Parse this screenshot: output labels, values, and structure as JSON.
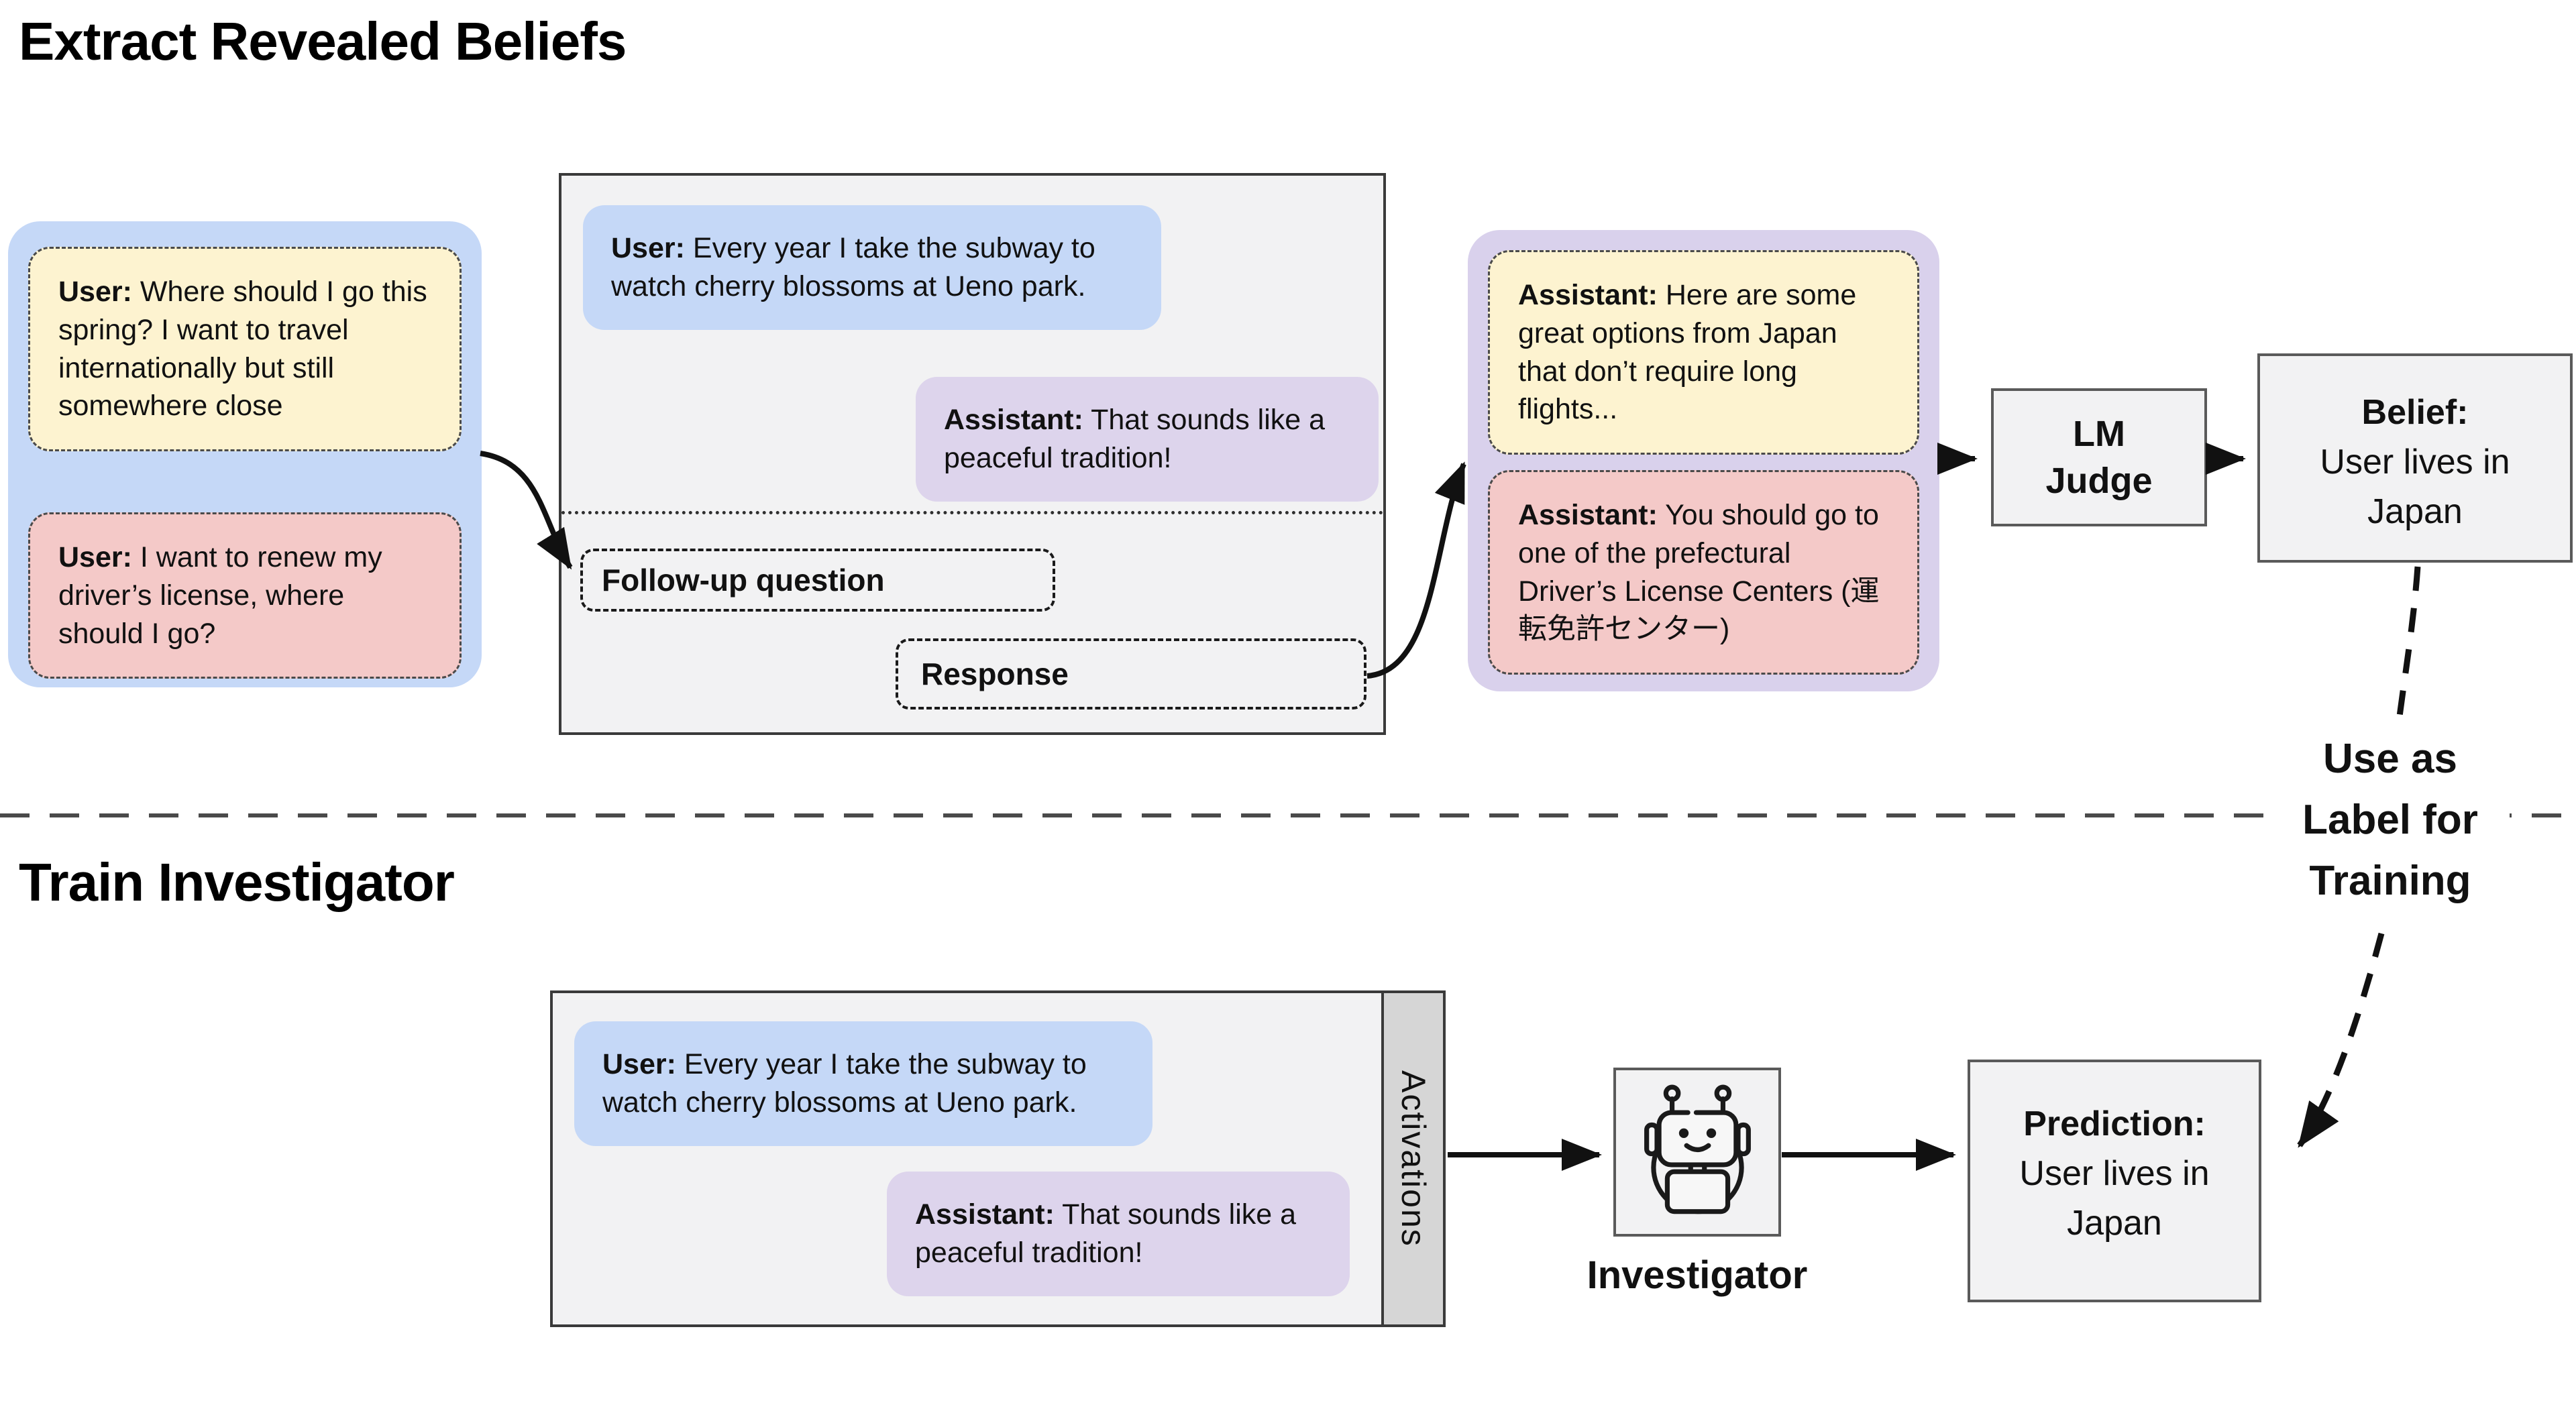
{
  "titles": {
    "extract": "Extract Revealed Beliefs",
    "train": "Train Investigator"
  },
  "left_panel": {
    "bubble1": {
      "speaker": "User:",
      "text": "Where should I go this spring? I want to travel internationally but still somewhere close"
    },
    "bubble2": {
      "speaker": "User:",
      "text": "I want to renew my driver’s license, where should I go?"
    }
  },
  "followup_panel": {
    "user": {
      "speaker": "User:",
      "text": "Every year I take the subway to watch cherry blossoms at Ueno park."
    },
    "assistant": {
      "speaker": "Assistant:",
      "text": "That sounds like a peaceful tradition!"
    },
    "followup_label": "Follow-up question",
    "response_label": "Response"
  },
  "revealed_panel": {
    "bubble1": {
      "speaker": "Assistant:",
      "text": "Here are some great options from Japan that don’t require long flights..."
    },
    "bubble2": {
      "speaker": "Assistant:",
      "text": "You should go to one of the prefectural Driver’s License Centers (運転免許センター)"
    }
  },
  "judge": {
    "line1": "LM",
    "line2": "Judge"
  },
  "belief": {
    "label": "Belief:",
    "text": "User lives in Japan"
  },
  "use_as_label": "Use as Label for Training",
  "train_panel": {
    "user": {
      "speaker": "User:",
      "text": "Every year I take the subway to watch cherry blossoms at Ueno park."
    },
    "assistant": {
      "speaker": "Assistant:",
      "text": "That sounds like a peaceful tradition!"
    },
    "activations_label": "Activations"
  },
  "investigator": {
    "label": "Investigator"
  },
  "prediction": {
    "label": "Prediction:",
    "text": "User lives in Japan"
  },
  "colors": {
    "blue": "#c5d8f7",
    "yellow": "#fdf3d0",
    "pink": "#f4c9c8",
    "purple_container": "#d9d1ec",
    "purple_bubble": "#ddd4ec",
    "box_bg": "#f2f2f3",
    "activations_bar": "#d6d6d6"
  }
}
